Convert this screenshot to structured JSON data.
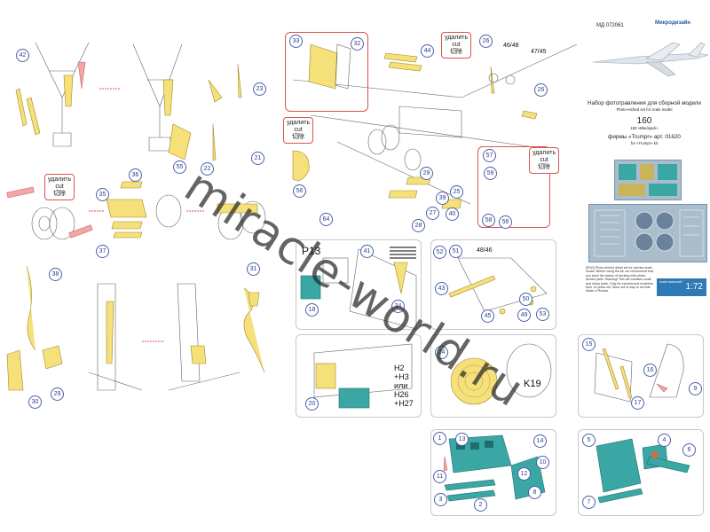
{
  "brand": {
    "code": "МД 072061",
    "logo_text": "Микродизайн",
    "logo_color": "#2a5aa8"
  },
  "title": {
    "ru": "Набор фототравления для сборной модели",
    "en": "Photo-etched set for scale model",
    "model_number": "160",
    "model_name": "160 «Blackjack»",
    "kit_ru": "фирмы «Trumpr» арт. 01620",
    "kit_en": "for «Trumpr» kit"
  },
  "warning_text": "[ENG] Photo-etched detail set for precise scale model. Before using the kit, we recommend that you learn the basics of working with photo-etched parts. Warning! This set contains small and sharp parts. Only for experienced modelers from 14 years old. Store out of way to not fold. Made in Russia.",
  "scale": {
    "label": "1:72",
    "small": "scale масштаб"
  },
  "cut_label": {
    "ru": "удалить",
    "en": "cut",
    "cn": "切除"
  },
  "panel_labels": {
    "p13": "P13",
    "k19": "K19",
    "h_options": [
      "H2",
      "+H3",
      "или",
      "H26",
      "+H27"
    ]
  },
  "part_numbers": [
    "42",
    "23",
    "55",
    "22",
    "21",
    "33",
    "32",
    "44",
    "26",
    "46/48",
    "47/45",
    "26",
    "36",
    "35",
    "37",
    "56",
    "59",
    "58",
    "56",
    "57",
    "29",
    "25",
    "27",
    "28",
    "40",
    "64",
    "41",
    "18",
    "34",
    "52",
    "51",
    "48/46",
    "43",
    "50",
    "45",
    "49",
    "53",
    "38",
    "31",
    "30",
    "29",
    "20",
    "24",
    "15",
    "16",
    "9",
    "17",
    "1",
    "13",
    "14",
    "11",
    "3",
    "2",
    "12",
    "10",
    "8",
    "5",
    "4",
    "6",
    "7",
    "39"
  ],
  "watermark": "miracle-world.ru",
  "colors": {
    "photo_etch": "#f5e07a",
    "teal_parts": "#3aa7a5",
    "cut_border": "#d9534f",
    "number_circle": "#4a5fa8",
    "fret": "#a9bdcc"
  }
}
